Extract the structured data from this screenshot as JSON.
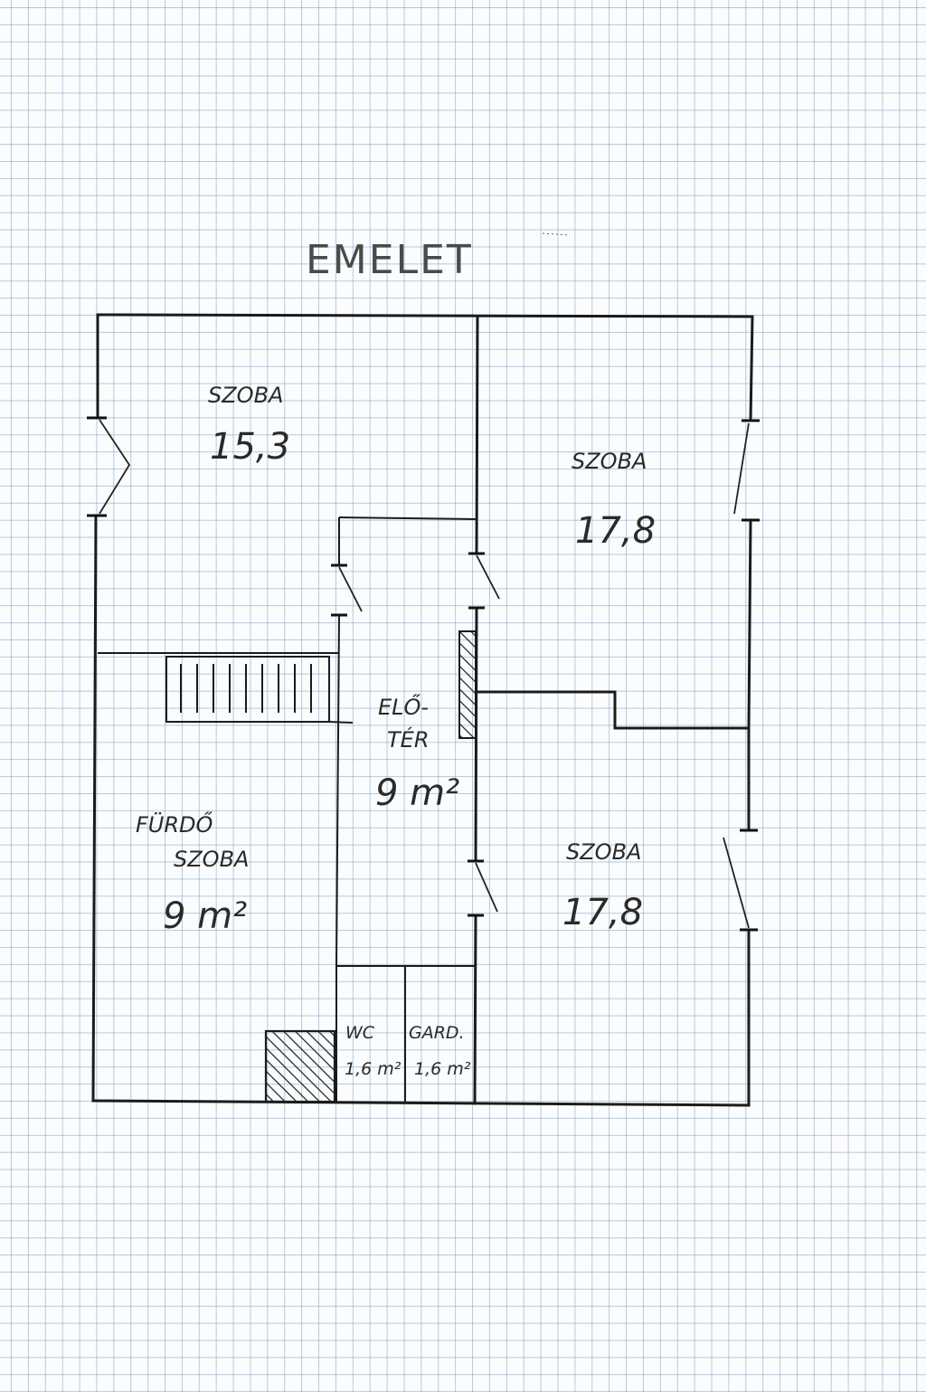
{
  "title": "EMELET",
  "rooms": {
    "room_top_left": {
      "label": "SZOBA",
      "area": "15,3"
    },
    "room_top_right": {
      "label": "SZOBA",
      "area": "17,8"
    },
    "hallway": {
      "label_line1": "ELŐ-",
      "label_line2": "TÉR",
      "area": "9 m²"
    },
    "bathroom": {
      "label_line1": "FÜRDŐ",
      "label_line2": "SZOBA",
      "area": "9 m²"
    },
    "room_bottom_right": {
      "label": "SZOBA",
      "area": "17,8"
    },
    "wc": {
      "label": "WC",
      "area": "1,6 m²"
    },
    "wardrobe": {
      "label": "GARD.",
      "area": "1,6 m²"
    }
  },
  "colors": {
    "ink": "#1b1b1b",
    "grid": "#a8c4df",
    "paper": "#fbfcfd"
  }
}
